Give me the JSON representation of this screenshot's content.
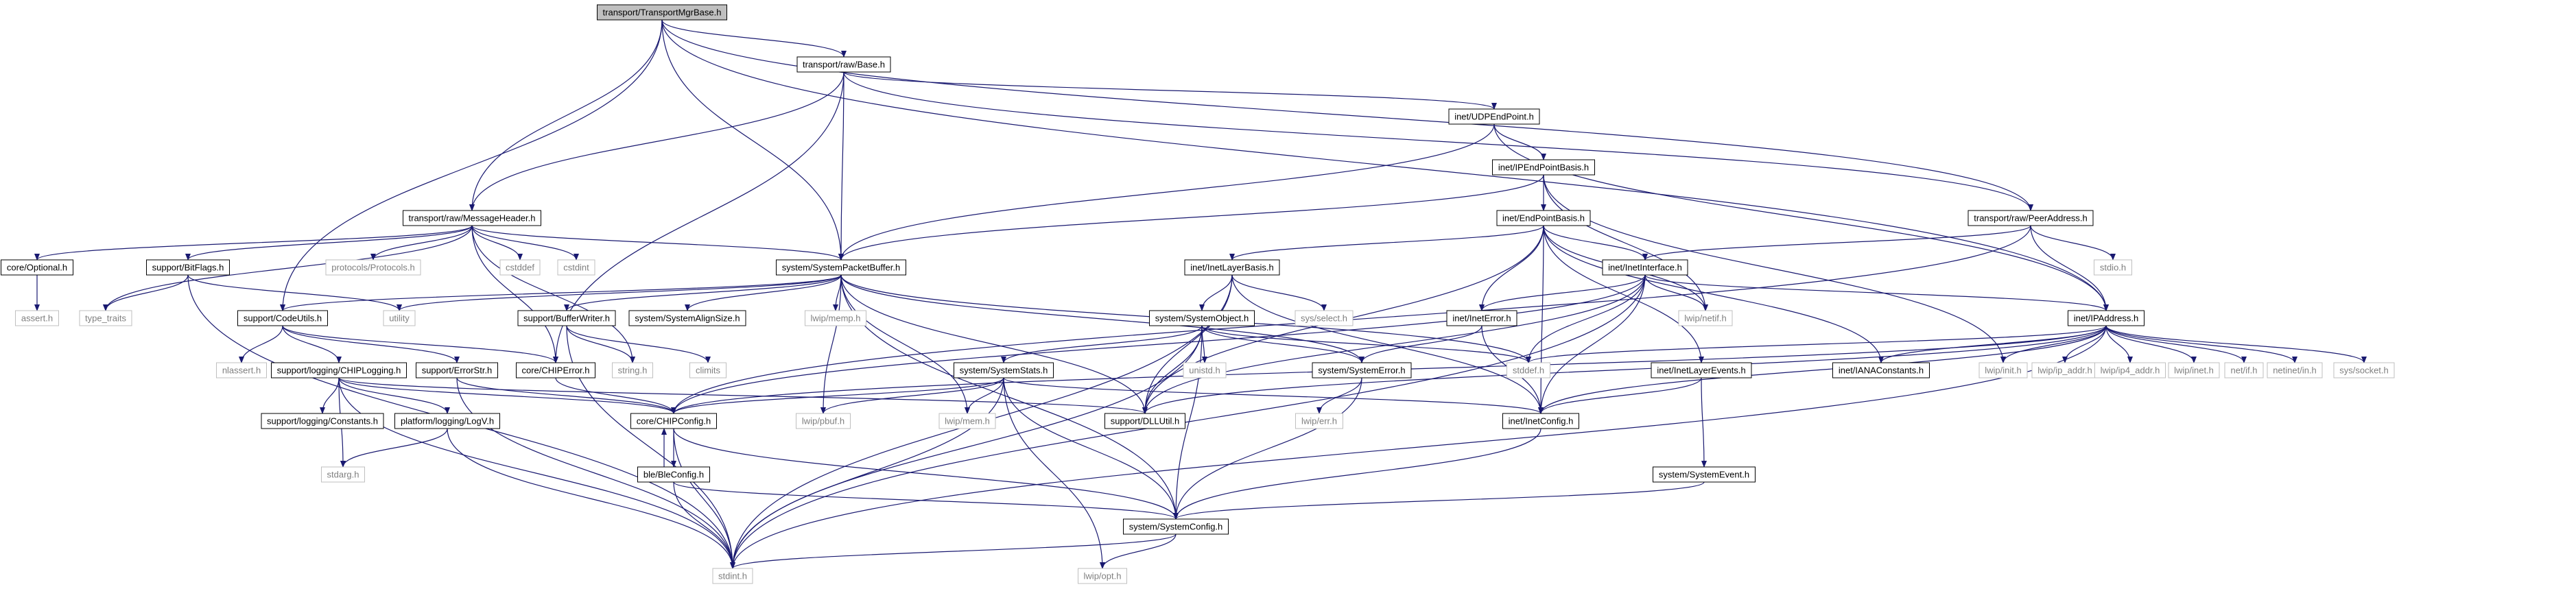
{
  "colors": {
    "root_fill": "#bfbfbf",
    "linked_border": "#000000",
    "external_border": "#bfbfbf",
    "linked_text": "#000000",
    "external_text": "#7f7f7f",
    "edge": "#191970"
  },
  "nodes": [
    {
      "id": "root",
      "label": "transport/TransportMgrBase.h",
      "kind": "root"
    },
    {
      "id": "rawbase",
      "label": "transport/raw/Base.h",
      "kind": "linked"
    },
    {
      "id": "udp",
      "label": "inet/UDPEndPoint.h",
      "kind": "linked"
    },
    {
      "id": "ipepb",
      "label": "inet/IPEndPointBasis.h",
      "kind": "linked"
    },
    {
      "id": "msghdr",
      "label": "transport/raw/MessageHeader.h",
      "kind": "linked"
    },
    {
      "id": "epb",
      "label": "inet/EndPointBasis.h",
      "kind": "linked"
    },
    {
      "id": "peeraddr",
      "label": "transport/raw/PeerAddress.h",
      "kind": "linked"
    },
    {
      "id": "optional",
      "label": "core/Optional.h",
      "kind": "linked"
    },
    {
      "id": "bitflags",
      "label": "support/BitFlags.h",
      "kind": "linked"
    },
    {
      "id": "protocols",
      "label": "protocols/Protocols.h",
      "kind": "external"
    },
    {
      "id": "cstddef",
      "label": "cstddef",
      "kind": "external"
    },
    {
      "id": "cstdint",
      "label": "cstdint",
      "kind": "external"
    },
    {
      "id": "syspkt",
      "label": "system/SystemPacketBuffer.h",
      "kind": "linked"
    },
    {
      "id": "ilb",
      "label": "inet/InetLayerBasis.h",
      "kind": "linked"
    },
    {
      "id": "iif",
      "label": "inet/InetInterface.h",
      "kind": "linked"
    },
    {
      "id": "stdio",
      "label": "stdio.h",
      "kind": "external"
    },
    {
      "id": "assert",
      "label": "assert.h",
      "kind": "external"
    },
    {
      "id": "typetraits",
      "label": "type_traits",
      "kind": "external"
    },
    {
      "id": "utility",
      "label": "utility",
      "kind": "external"
    },
    {
      "id": "codeutils",
      "label": "support/CodeUtils.h",
      "kind": "linked"
    },
    {
      "id": "bufwriter",
      "label": "support/BufferWriter.h",
      "kind": "linked"
    },
    {
      "id": "sysalign",
      "label": "system/SystemAlignSize.h",
      "kind": "linked"
    },
    {
      "id": "lwipmemp",
      "label": "lwip/memp.h",
      "kind": "external"
    },
    {
      "id": "sysobj",
      "label": "system/SystemObject.h",
      "kind": "linked"
    },
    {
      "id": "sysselect",
      "label": "sys/select.h",
      "kind": "external"
    },
    {
      "id": "ineterror",
      "label": "inet/InetError.h",
      "kind": "linked"
    },
    {
      "id": "lwipnetif",
      "label": "lwip/netif.h",
      "kind": "external"
    },
    {
      "id": "ipaddr",
      "label": "inet/IPAddress.h",
      "kind": "linked"
    },
    {
      "id": "nlassert",
      "label": "nlassert.h",
      "kind": "external"
    },
    {
      "id": "climits",
      "label": "climits",
      "kind": "external"
    },
    {
      "id": "stringh",
      "label": "string.h",
      "kind": "external"
    },
    {
      "id": "chiperror",
      "label": "core/CHIPError.h",
      "kind": "linked"
    },
    {
      "id": "syserror",
      "label": "system/SystemError.h",
      "kind": "linked"
    },
    {
      "id": "stddef",
      "label": "stddef.h",
      "kind": "external"
    },
    {
      "id": "unistd",
      "label": "unistd.h",
      "kind": "external"
    },
    {
      "id": "chiplogging",
      "label": "support/logging/CHIPLogging.h",
      "kind": "linked"
    },
    {
      "id": "errorstr",
      "label": "support/ErrorStr.h",
      "kind": "linked"
    },
    {
      "id": "sysstats",
      "label": "system/SystemStats.h",
      "kind": "linked"
    },
    {
      "id": "inetlayerevents",
      "label": "inet/InetLayerEvents.h",
      "kind": "linked"
    },
    {
      "id": "ianaconst",
      "label": "inet/IANAConstants.h",
      "kind": "linked"
    },
    {
      "id": "lwipinit",
      "label": "lwip/init.h",
      "kind": "external"
    },
    {
      "id": "lwipipaddr",
      "label": "lwip/ip_addr.h",
      "kind": "external"
    },
    {
      "id": "lwipip4addr",
      "label": "lwip/ip4_addr.h",
      "kind": "external"
    },
    {
      "id": "lwipinet",
      "label": "lwip/inet.h",
      "kind": "external"
    },
    {
      "id": "netif",
      "label": "net/if.h",
      "kind": "external"
    },
    {
      "id": "netinetin",
      "label": "netinet/in.h",
      "kind": "external"
    },
    {
      "id": "syssocket",
      "label": "sys/socket.h",
      "kind": "external"
    },
    {
      "id": "logconst",
      "label": "support/logging/Constants.h",
      "kind": "linked"
    },
    {
      "id": "logv",
      "label": "platform/logging/LogV.h",
      "kind": "linked"
    },
    {
      "id": "dllutil",
      "label": "support/DLLUtil.h",
      "kind": "linked"
    },
    {
      "id": "lwiperr",
      "label": "lwip/err.h",
      "kind": "external"
    },
    {
      "id": "inetconfig",
      "label": "inet/InetConfig.h",
      "kind": "linked"
    },
    {
      "id": "lwippbuf",
      "label": "lwip/pbuf.h",
      "kind": "external"
    },
    {
      "id": "lwipmem",
      "label": "lwip/mem.h",
      "kind": "external"
    },
    {
      "id": "chipconfig",
      "label": "core/CHIPConfig.h",
      "kind": "linked"
    },
    {
      "id": "stdarg",
      "label": "stdarg.h",
      "kind": "external"
    },
    {
      "id": "bleconfig",
      "label": "ble/BleConfig.h",
      "kind": "linked"
    },
    {
      "id": "sysevent",
      "label": "system/SystemEvent.h",
      "kind": "linked"
    },
    {
      "id": "sysconfig",
      "label": "system/SystemConfig.h",
      "kind": "linked"
    },
    {
      "id": "stdint",
      "label": "stdint.h",
      "kind": "external"
    },
    {
      "id": "lwipopt",
      "label": "lwip/opt.h",
      "kind": "external"
    }
  ],
  "edges": [
    [
      "root",
      "rawbase"
    ],
    [
      "root",
      "msghdr"
    ],
    [
      "root",
      "syspkt"
    ],
    [
      "root",
      "codeutils"
    ],
    [
      "root",
      "peeraddr"
    ],
    [
      "root",
      "ipaddr"
    ],
    [
      "rawbase",
      "udp"
    ],
    [
      "rawbase",
      "msghdr"
    ],
    [
      "rawbase",
      "syspkt"
    ],
    [
      "rawbase",
      "peeraddr"
    ],
    [
      "rawbase",
      "chiperror"
    ],
    [
      "udp",
      "ipepb"
    ],
    [
      "udp",
      "syspkt"
    ],
    [
      "udp",
      "ipaddr"
    ],
    [
      "ipepb",
      "epb"
    ],
    [
      "ipepb",
      "syspkt"
    ],
    [
      "ipepb",
      "lwipnetif"
    ],
    [
      "ipepb",
      "lwipinit"
    ],
    [
      "msghdr",
      "optional"
    ],
    [
      "msghdr",
      "bitflags"
    ],
    [
      "msghdr",
      "protocols"
    ],
    [
      "msghdr",
      "cstddef"
    ],
    [
      "msghdr",
      "cstdint"
    ],
    [
      "msghdr",
      "syspkt"
    ],
    [
      "msghdr",
      "typetraits"
    ],
    [
      "msghdr",
      "chiperror"
    ],
    [
      "msghdr",
      "stringh"
    ],
    [
      "epb",
      "ilb"
    ],
    [
      "epb",
      "iif"
    ],
    [
      "epb",
      "ineterror"
    ],
    [
      "epb",
      "inetconfig"
    ],
    [
      "epb",
      "lwipnetif"
    ],
    [
      "epb",
      "ianaconst"
    ],
    [
      "epb",
      "inetlayerevents"
    ],
    [
      "epb",
      "dllutil"
    ],
    [
      "peeraddr",
      "ipaddr"
    ],
    [
      "peeraddr",
      "iif"
    ],
    [
      "peeraddr",
      "stdio"
    ],
    [
      "peeraddr",
      "chipconfig"
    ],
    [
      "optional",
      "assert"
    ],
    [
      "bitflags",
      "typetraits"
    ],
    [
      "bitflags",
      "utility"
    ],
    [
      "bitflags",
      "stdint"
    ],
    [
      "syspkt",
      "utility"
    ],
    [
      "syspkt",
      "codeutils"
    ],
    [
      "syspkt",
      "bufwriter"
    ],
    [
      "syspkt",
      "sysalign"
    ],
    [
      "syspkt",
      "lwipmemp"
    ],
    [
      "syspkt",
      "lwippbuf"
    ],
    [
      "syspkt",
      "lwipmem"
    ],
    [
      "syspkt",
      "sysconfig"
    ],
    [
      "syspkt",
      "dllutil"
    ],
    [
      "syspkt",
      "syserror"
    ],
    [
      "syspkt",
      "stddef"
    ],
    [
      "ilb",
      "sysobj"
    ],
    [
      "ilb",
      "sysselect"
    ],
    [
      "ilb",
      "inetconfig"
    ],
    [
      "ilb",
      "dllutil"
    ],
    [
      "ilb",
      "stdint"
    ],
    [
      "iif",
      "ineterror"
    ],
    [
      "iif",
      "ipaddr"
    ],
    [
      "iif",
      "lwipnetif"
    ],
    [
      "iif",
      "stddef"
    ],
    [
      "iif",
      "inetconfig"
    ],
    [
      "iif",
      "dllutil"
    ],
    [
      "iif",
      "stdint"
    ],
    [
      "iif",
      "chipconfig"
    ],
    [
      "codeutils",
      "nlassert"
    ],
    [
      "codeutils",
      "chiperror"
    ],
    [
      "codeutils",
      "chiplogging"
    ],
    [
      "codeutils",
      "errorstr"
    ],
    [
      "bufwriter",
      "climits"
    ],
    [
      "bufwriter",
      "stringh"
    ],
    [
      "bufwriter",
      "stdint"
    ],
    [
      "sysobj",
      "syserror"
    ],
    [
      "sysobj",
      "unistd"
    ],
    [
      "sysobj",
      "sysstats"
    ],
    [
      "sysobj",
      "dllutil"
    ],
    [
      "sysobj",
      "stddef"
    ],
    [
      "sysobj",
      "sysconfig"
    ],
    [
      "sysobj",
      "stdint"
    ],
    [
      "ineterror",
      "syserror"
    ],
    [
      "ineterror",
      "inetconfig"
    ],
    [
      "ipaddr",
      "ianaconst"
    ],
    [
      "ipaddr",
      "lwipinit"
    ],
    [
      "ipaddr",
      "lwipipaddr"
    ],
    [
      "ipaddr",
      "lwipip4addr"
    ],
    [
      "ipaddr",
      "lwipinet"
    ],
    [
      "ipaddr",
      "netif"
    ],
    [
      "ipaddr",
      "netinetin"
    ],
    [
      "ipaddr",
      "syssocket"
    ],
    [
      "ipaddr",
      "stddef"
    ],
    [
      "ipaddr",
      "inetconfig"
    ],
    [
      "ipaddr",
      "dllutil"
    ],
    [
      "ipaddr",
      "stdint"
    ],
    [
      "ipaddr",
      "chipconfig"
    ],
    [
      "chiperror",
      "chipconfig"
    ],
    [
      "syserror",
      "lwiperr"
    ],
    [
      "syserror",
      "sysconfig"
    ],
    [
      "chiplogging",
      "logconst"
    ],
    [
      "chiplogging",
      "logv"
    ],
    [
      "chiplogging",
      "stdarg"
    ],
    [
      "chiplogging",
      "dllutil"
    ],
    [
      "chiplogging",
      "stdint"
    ],
    [
      "chiplogging",
      "chipconfig"
    ],
    [
      "errorstr",
      "stdint"
    ],
    [
      "errorstr",
      "chipconfig"
    ],
    [
      "sysstats",
      "lwippbuf"
    ],
    [
      "sysstats",
      "lwipmem"
    ],
    [
      "sysstats",
      "lwipopt"
    ],
    [
      "sysstats",
      "sysconfig"
    ],
    [
      "sysstats",
      "stdint"
    ],
    [
      "sysstats",
      "chipconfig"
    ],
    [
      "sysstats",
      "inetconfig"
    ],
    [
      "inetlayerevents",
      "inetconfig"
    ],
    [
      "inetlayerevents",
      "sysevent"
    ],
    [
      "logv",
      "stdarg"
    ],
    [
      "logv",
      "stdint"
    ],
    [
      "inetconfig",
      "sysconfig"
    ],
    [
      "chipconfig",
      "bleconfig"
    ],
    [
      "chipconfig",
      "sysconfig"
    ],
    [
      "chipconfig",
      "stdint"
    ],
    [
      "bleconfig",
      "chipconfig"
    ],
    [
      "bleconfig",
      "sysconfig"
    ],
    [
      "bleconfig",
      "stdint"
    ],
    [
      "sysevent",
      "sysconfig"
    ],
    [
      "sysconfig",
      "stdint"
    ],
    [
      "sysconfig",
      "lwipopt"
    ]
  ]
}
